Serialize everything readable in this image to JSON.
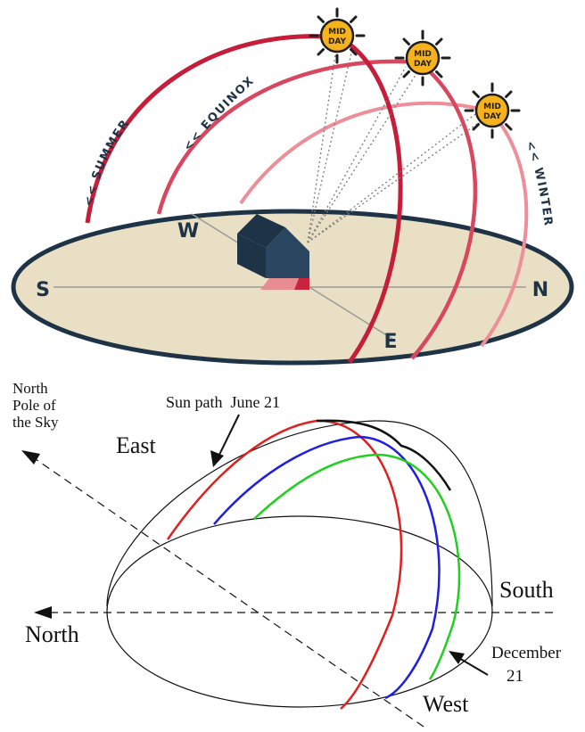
{
  "top_diagram": {
    "arc_labels": {
      "summer": "<< SUMMER",
      "equinox": "<< EQUINOX",
      "winter": "<< WINTER"
    },
    "sun_label_line1": "MID",
    "sun_label_line2": "DAY",
    "directions": {
      "south": "S",
      "west": "W",
      "north": "N",
      "east": "E"
    },
    "colors": {
      "summer_arc": "#c41e3a",
      "equinox_arc": "#d9475f",
      "winter_arc": "#ee8e98",
      "ground": "#e8dfc4",
      "ground_border": "#1e3346",
      "sun": "#f6b21c",
      "house": "#1e3346"
    }
  },
  "bottom_diagram": {
    "labels": {
      "north_pole": [
        "North",
        "Pole of",
        "the Sky"
      ],
      "east": "East",
      "sun_path": "Sun path  June 21",
      "south": "South",
      "north": "North",
      "december": [
        "December",
        "21"
      ],
      "west": "West"
    },
    "colors": {
      "june_path": "#e0201e",
      "equinox_path": "#1f1fe0",
      "december_path": "#20d020"
    }
  }
}
